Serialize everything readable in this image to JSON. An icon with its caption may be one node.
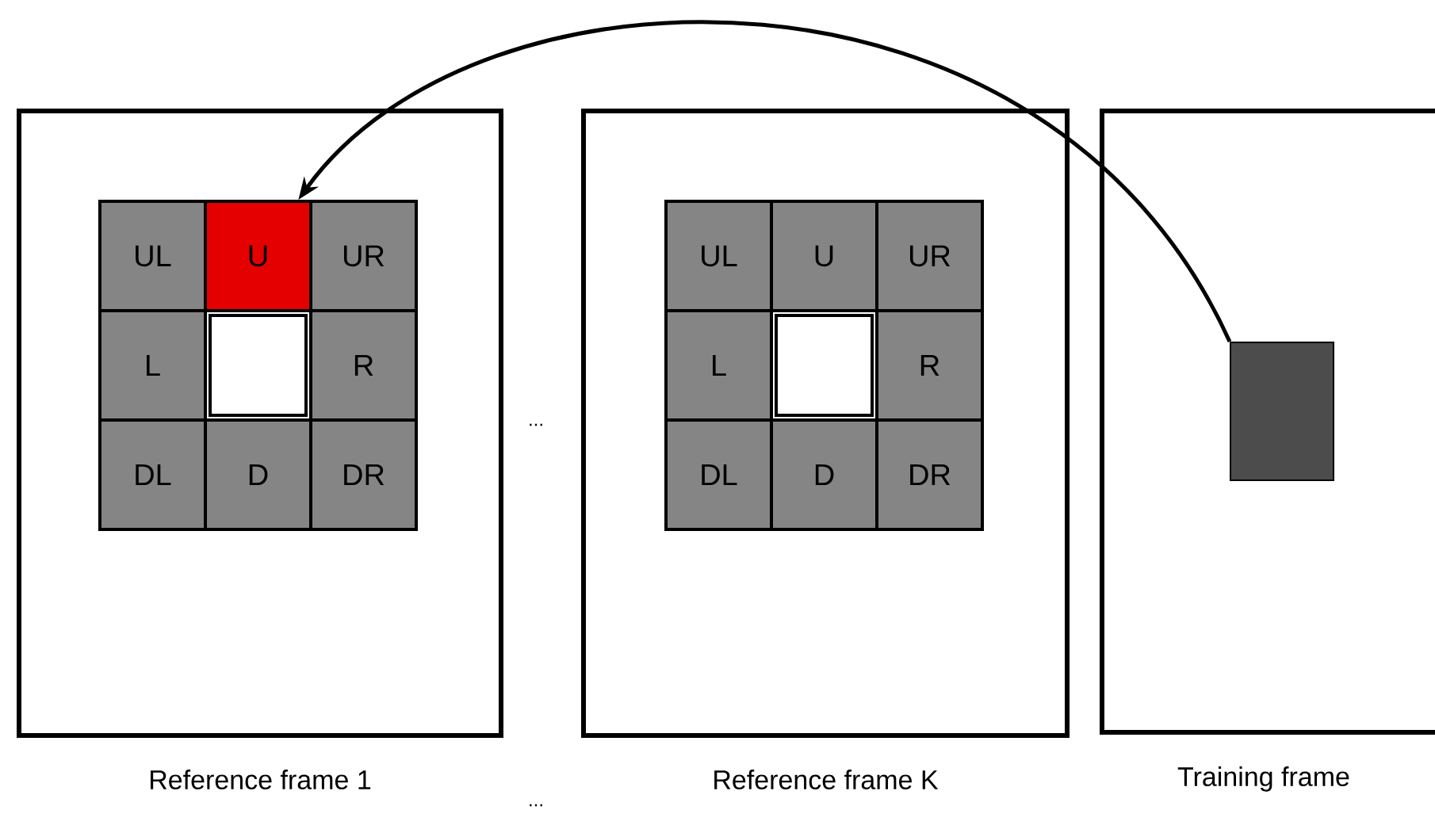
{
  "diagram": {
    "nodes": [
      {
        "text": [
          "Reference frame 1"
        ]
      },
      {
        "text": [
          "UL"
        ],
        "in": 0
      },
      {
        "text": [
          "U"
        ],
        "in": 0
      },
      {
        "text": [
          "UR"
        ],
        "in": 0
      },
      {
        "text": [
          "L"
        ],
        "in": 0
      },
      {
        "text": [],
        "shape": "box",
        "in": 0
      },
      {
        "text": [
          "R"
        ],
        "in": 0
      },
      {
        "text": [
          "DL"
        ],
        "in": 0
      },
      {
        "text": [
          "D"
        ],
        "in": 0
      },
      {
        "text": [
          "DR"
        ],
        "in": 0
      },
      {
        "text": [
          "Reference frame K"
        ]
      },
      {
        "text": [
          "UL"
        ],
        "in": 10
      },
      {
        "text": [
          "U"
        ],
        "in": 10
      },
      {
        "text": [
          "UR"
        ],
        "in": 10
      },
      {
        "text": [
          "L"
        ],
        "in": 10
      },
      {
        "text": [],
        "shape": "box",
        "in": 10
      },
      {
        "text": [
          "R"
        ],
        "in": 10
      },
      {
        "text": [
          "DL"
        ],
        "in": 10
      },
      {
        "text": [
          "D"
        ],
        "in": 10
      },
      {
        "text": [
          "DR"
        ],
        "in": 10
      },
      {
        "text": [
          "Training frame"
        ]
      },
      {
        "text": [],
        "shape": "box",
        "in": 20
      }
    ],
    "edges": [
      {
        "from": 21,
        "to": 2,
        "arrow": "to"
      }
    ],
    "labels": [
      "...",
      "..."
    ]
  }
}
